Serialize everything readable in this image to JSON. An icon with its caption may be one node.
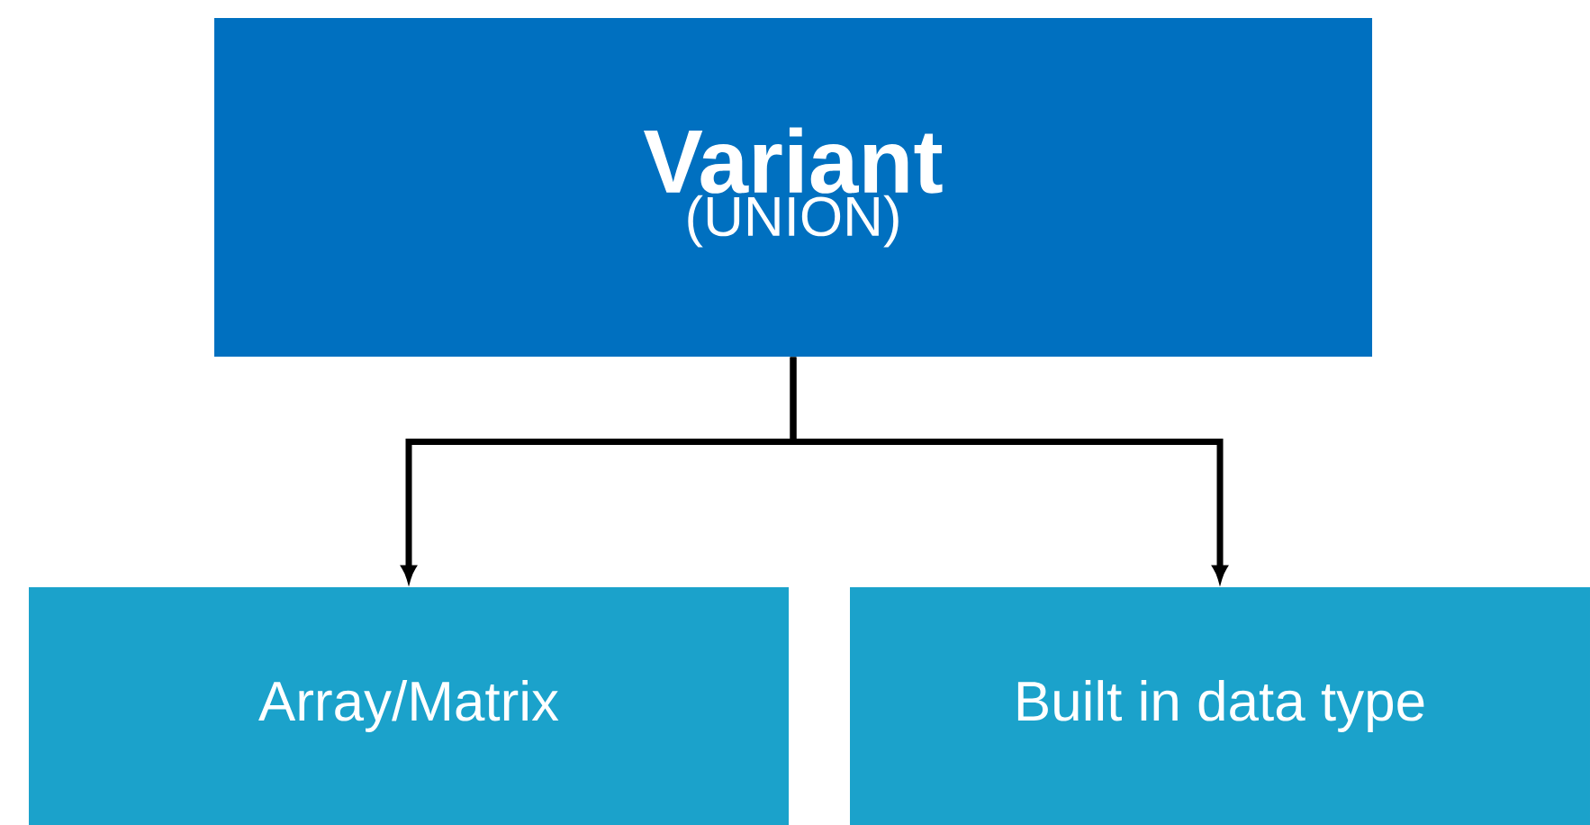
{
  "diagram": {
    "nodes": [
      {
        "text": [
          "Variant",
          "(UNION)"
        ]
      },
      {
        "text": [
          "Array/Matrix"
        ]
      },
      {
        "text": [
          "Built in data type"
        ]
      }
    ],
    "edges": [
      {
        "from": 0,
        "to": 1,
        "arrow": "to"
      },
      {
        "from": 0,
        "to": 2,
        "arrow": "to"
      }
    ]
  }
}
